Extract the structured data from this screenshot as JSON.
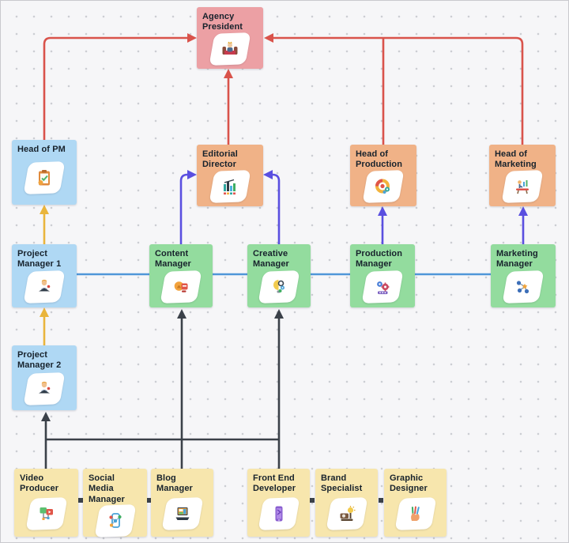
{
  "diagram_type": "org-chart",
  "nodes": [
    {
      "id": "agency-president",
      "label": "Agency President",
      "color": "pink",
      "icon": "president-throne-icon"
    },
    {
      "id": "head-of-pm",
      "label": "Head of PM",
      "color": "blue",
      "icon": "clipboard-icon"
    },
    {
      "id": "editorial-director",
      "label": "Editorial Director",
      "color": "orange",
      "icon": "bar-chart-icon"
    },
    {
      "id": "head-of-production",
      "label": "Head of Production",
      "color": "orange",
      "icon": "gauge-gears-icon"
    },
    {
      "id": "head-of-marketing",
      "label": "Head of Marketing",
      "color": "orange",
      "icon": "presenter-icon"
    },
    {
      "id": "project-manager-1",
      "label": "Project Manager 1",
      "color": "blue",
      "icon": "person-laptop-icon"
    },
    {
      "id": "content-manager",
      "label": "Content Manager",
      "color": "green",
      "icon": "content-shapes-icon"
    },
    {
      "id": "creative-manager",
      "label": "Creative Manager",
      "color": "green",
      "icon": "lightbulb-gears-icon"
    },
    {
      "id": "production-manager",
      "label": "Production Manager",
      "color": "green",
      "icon": "gears-icon"
    },
    {
      "id": "marketing-manager",
      "label": "Marketing Manager",
      "color": "green",
      "icon": "network-icon"
    },
    {
      "id": "project-manager-2",
      "label": "Project Manager 2",
      "color": "blue",
      "icon": "person-laptop-icon"
    },
    {
      "id": "video-producer",
      "label": "Video Producer",
      "color": "yellow",
      "icon": "video-frames-icon"
    },
    {
      "id": "social-media-manager",
      "label": "Social Media Manager",
      "color": "yellow",
      "icon": "phone-network-icon"
    },
    {
      "id": "blog-manager",
      "label": "Blog Manager",
      "color": "yellow",
      "icon": "laptop-blog-icon"
    },
    {
      "id": "front-end-developer",
      "label": "Front End Developer",
      "color": "yellow",
      "icon": "smartphone-icon"
    },
    {
      "id": "brand-specialist",
      "label": "Brand Specialist",
      "color": "yellow",
      "icon": "projector-bulb-icon"
    },
    {
      "id": "graphic-designer",
      "label": "Graphic Designer",
      "color": "yellow",
      "icon": "hand-pens-icon"
    }
  ],
  "edges": [
    {
      "from": "head-of-pm",
      "to": "agency-president",
      "color": "red"
    },
    {
      "from": "editorial-director",
      "to": "agency-president",
      "color": "red"
    },
    {
      "from": "head-of-production",
      "to": "agency-president",
      "color": "red"
    },
    {
      "from": "head-of-marketing",
      "to": "agency-president",
      "color": "red"
    },
    {
      "from": "project-manager-1",
      "to": "head-of-pm",
      "color": "yellow"
    },
    {
      "from": "project-manager-2",
      "to": "project-manager-1",
      "color": "yellow"
    },
    {
      "from": "project-manager-1",
      "to": "marketing-manager",
      "color": "blue-horizontal"
    },
    {
      "from": "content-manager",
      "to": "editorial-director",
      "color": "purple"
    },
    {
      "from": "creative-manager",
      "to": "editorial-director",
      "color": "purple"
    },
    {
      "from": "production-manager",
      "to": "head-of-production",
      "color": "purple"
    },
    {
      "from": "marketing-manager",
      "to": "head-of-marketing",
      "color": "purple"
    },
    {
      "from": "video-producer",
      "to": "project-manager-2",
      "color": "black"
    },
    {
      "from": "blog-manager",
      "to": "content-manager",
      "color": "black"
    },
    {
      "from": "front-end-developer",
      "to": "creative-manager",
      "color": "black"
    },
    {
      "from": "video-producer",
      "to": "social-media-manager",
      "color": "black-dot-link"
    },
    {
      "from": "social-media-manager",
      "to": "blog-manager",
      "color": "black-dot-link"
    },
    {
      "from": "front-end-developer",
      "to": "brand-specialist",
      "color": "black-dot-link"
    },
    {
      "from": "brand-specialist",
      "to": "graphic-designer",
      "color": "black-dot-link"
    }
  ],
  "colors": {
    "node_pink": "#ECA0A4",
    "node_blue": "#AFD8F4",
    "node_orange": "#F0B287",
    "node_green": "#93DC9E",
    "node_yellow": "#F7E6AD",
    "arrow_red": "#D9534B",
    "arrow_yellow": "#E9B53C",
    "arrow_blue": "#4F96D8",
    "arrow_purple": "#5A4FE0",
    "arrow_black": "#3B4149",
    "canvas_background": "#F6F6F8",
    "tile_background": "#FFFFFF"
  }
}
